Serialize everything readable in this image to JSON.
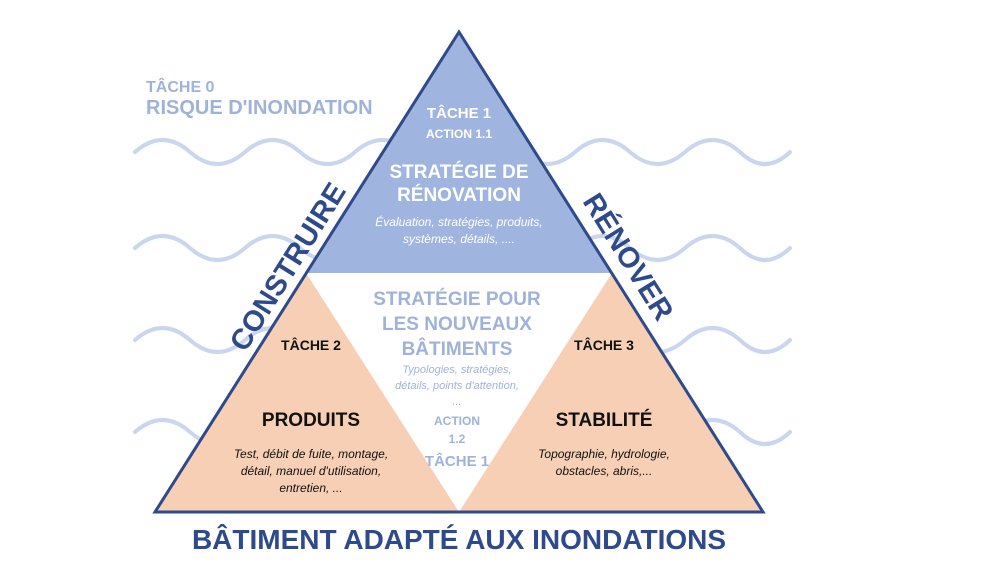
{
  "colors": {
    "wave": "#c9d6ee",
    "top_fill": "#9fb4df",
    "corner_fill": "#f6cfb5",
    "outline": "#2e4a8b",
    "light_text": "#9fb2da"
  },
  "task0": {
    "label": "TÂCHE 0",
    "title": "RISQUE D'INONDATION"
  },
  "top": {
    "task": "TÂCHE 1",
    "action": "ACTION 1.1",
    "title_line1": "STRATÉGIE DE",
    "title_line2": "RÉNOVATION",
    "desc_line1": "Évaluation, stratégies, produits,",
    "desc_line2": "systèmes, détails, ...."
  },
  "center": {
    "title_line1": "STRATÉGIE POUR",
    "title_line2": "LES NOUVEAUX",
    "title_line3": "BÂTIMENTS",
    "desc_line1": "Typologies, stratégies,",
    "desc_line2": "détails, points d'attention,",
    "desc_line3": "...",
    "action_line1": "ACTION",
    "action_line2": "1.2",
    "task": "TÂCHE 1"
  },
  "left": {
    "task": "TÂCHE 2",
    "title": "PRODUITS",
    "desc_line1": "Test, débit de fuite, montage,",
    "desc_line2": "détail, manuel d'utilisation,",
    "desc_line3": "entretien, ..."
  },
  "right": {
    "task": "TÂCHE 3",
    "title": "STABILITÉ",
    "desc_line1": "Topographie, hydrologie,",
    "desc_line2": "obstacles, abris,..."
  },
  "side_left": "CONSTRUIRE",
  "side_right": "RÉNOVER",
  "bottom": "BÂTIMENT ADAPTÉ AUX INONDATIONS"
}
